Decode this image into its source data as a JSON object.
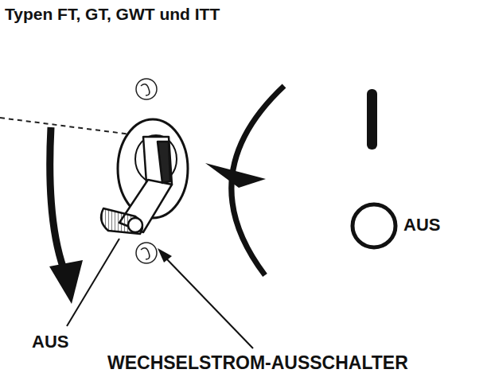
{
  "diagram": {
    "title": "Typen FT, GT, GWT und ITT",
    "labels": [
      "AUS",
      "AUS",
      "WECHSELSTROM-AUSSCHALTER"
    ]
  }
}
